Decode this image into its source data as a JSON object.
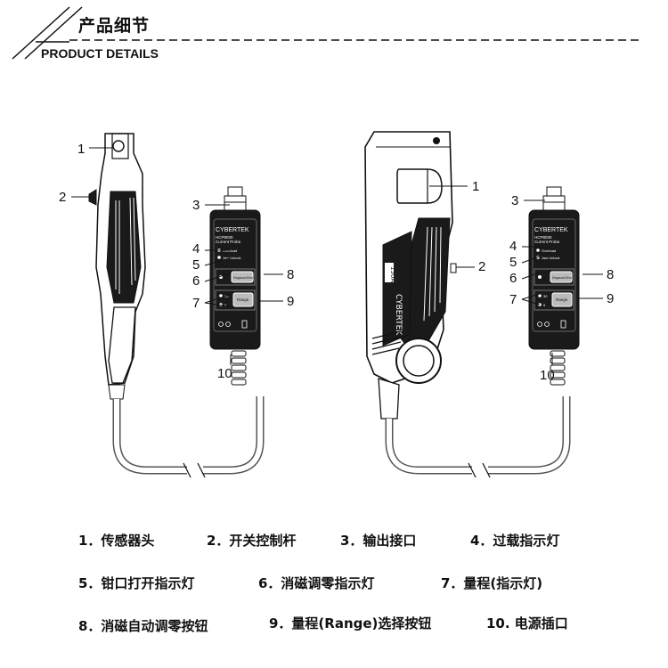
{
  "header": {
    "title_cn": "产品细节",
    "title_en": "PRODUCT DETAILS"
  },
  "device": {
    "brand": "CYBERTEK",
    "model": "HCP8030",
    "subtitle": "Current Probe",
    "led_overload": "Overload",
    "led_jaw": "Jaw Unlock",
    "btn_zero": "Degauss/Zero",
    "btn_range": "Range",
    "range_hi": "30",
    "range_lo": "5",
    "clamp_label": "150A"
  },
  "callouts": {
    "c1": "1",
    "c2": "2",
    "c3": "3",
    "c4": "4",
    "c5": "5",
    "c6": "6",
    "c7": "7",
    "c8": "8",
    "c9": "9",
    "c10": "10"
  },
  "legend": {
    "l1": "1．传感器头",
    "l2": "2．开关控制杆",
    "l3": "3．输出接口",
    "l4": "4．过载指示灯",
    "l5": "5．钳口打开指示灯",
    "l6": "6．消磁调零指示灯",
    "l7": "7．量程(指示灯)",
    "l8": "8．消磁自动调零按钮",
    "l9": "9．量程(Range)选择按钮",
    "l10": "10. 电源插口"
  },
  "colors": {
    "ink": "#111111",
    "body_dark": "#1a1a1a",
    "cable": "#555555"
  }
}
